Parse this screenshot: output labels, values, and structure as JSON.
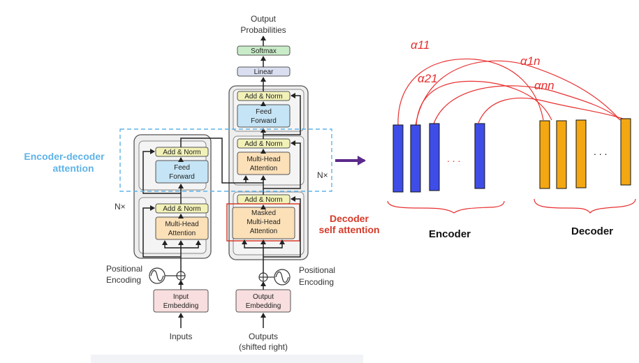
{
  "transformer": {
    "output_probabilities": [
      "Output",
      "Probabilities"
    ],
    "softmax": "Softmax",
    "linear": "Linear",
    "add_norm": "Add & Norm",
    "feed_forward": [
      "Feed",
      "Forward"
    ],
    "multi_head_attention": [
      "Multi-Head",
      "Attention"
    ],
    "masked_multi_head_attention": [
      "Masked",
      "Multi-Head",
      "Attention"
    ],
    "input_embedding": [
      "Input",
      "Embedding"
    ],
    "output_embedding": [
      "Output",
      "Embedding"
    ],
    "positional_encoding": [
      "Positional",
      "Encoding"
    ],
    "inputs": "Inputs",
    "outputs": [
      "Outputs",
      "(shifted right)"
    ],
    "nx": "N×"
  },
  "annotations": {
    "encoder_decoder_attention": [
      "Encoder-decoder",
      "attention"
    ],
    "decoder_self_attention": [
      "Decoder",
      "self attention"
    ]
  },
  "sketch": {
    "encoder_label": "Encoder",
    "decoder_label": "Decoder",
    "alpha_labels": [
      "α11",
      "α21",
      "α1n",
      "αnn"
    ],
    "ellipsis": ". . .",
    "colors": {
      "encoder": "#3f4de8",
      "decoder": "#f3a712",
      "curves": "#e83030",
      "arrow": "#5b2a8c"
    }
  }
}
